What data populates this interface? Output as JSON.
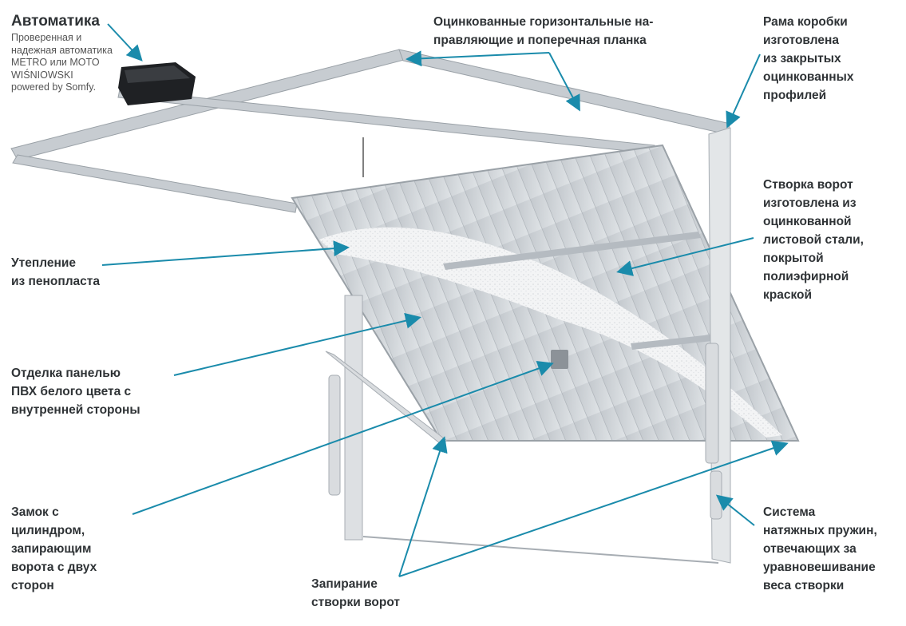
{
  "labels": {
    "automation_title": "Автоматика",
    "automation_desc": "Проверенная и\nнадежная автоматика\nMETRO или MOTO\nWIŚNIOWSKI\npowered by Somfy.",
    "guides": "Оцинкованные горизонтальные на-\nправляющие и поперечная планка",
    "frame": "Рама коробки\nизготовлена\nиз закрытых\nоцинкованных\nпрофилей",
    "leaf": "Створка ворот\nизготовлена из\nоцинкованной\nлистовой стали,\nпокрытой\nполиэфирной\nкраской",
    "insulation": "Утепление\nиз пенопласта",
    "pvc": "Отделка панелью\nПВХ белого цвета с\nвнутренней стороны",
    "lock": "Замок с\nцилиндром,\nзапирающим\nворота с двух\nсторон",
    "locking": "Запирание\nстворки ворот",
    "springs": "Система\nнатяжных пружин,\nотвечающих за\nуравновешивание\nвеса створки"
  },
  "colors": {
    "callout": "#1a8bab",
    "text": "#2f3336",
    "frame": "#b9bec3",
    "panel": "#cfd4d8"
  }
}
